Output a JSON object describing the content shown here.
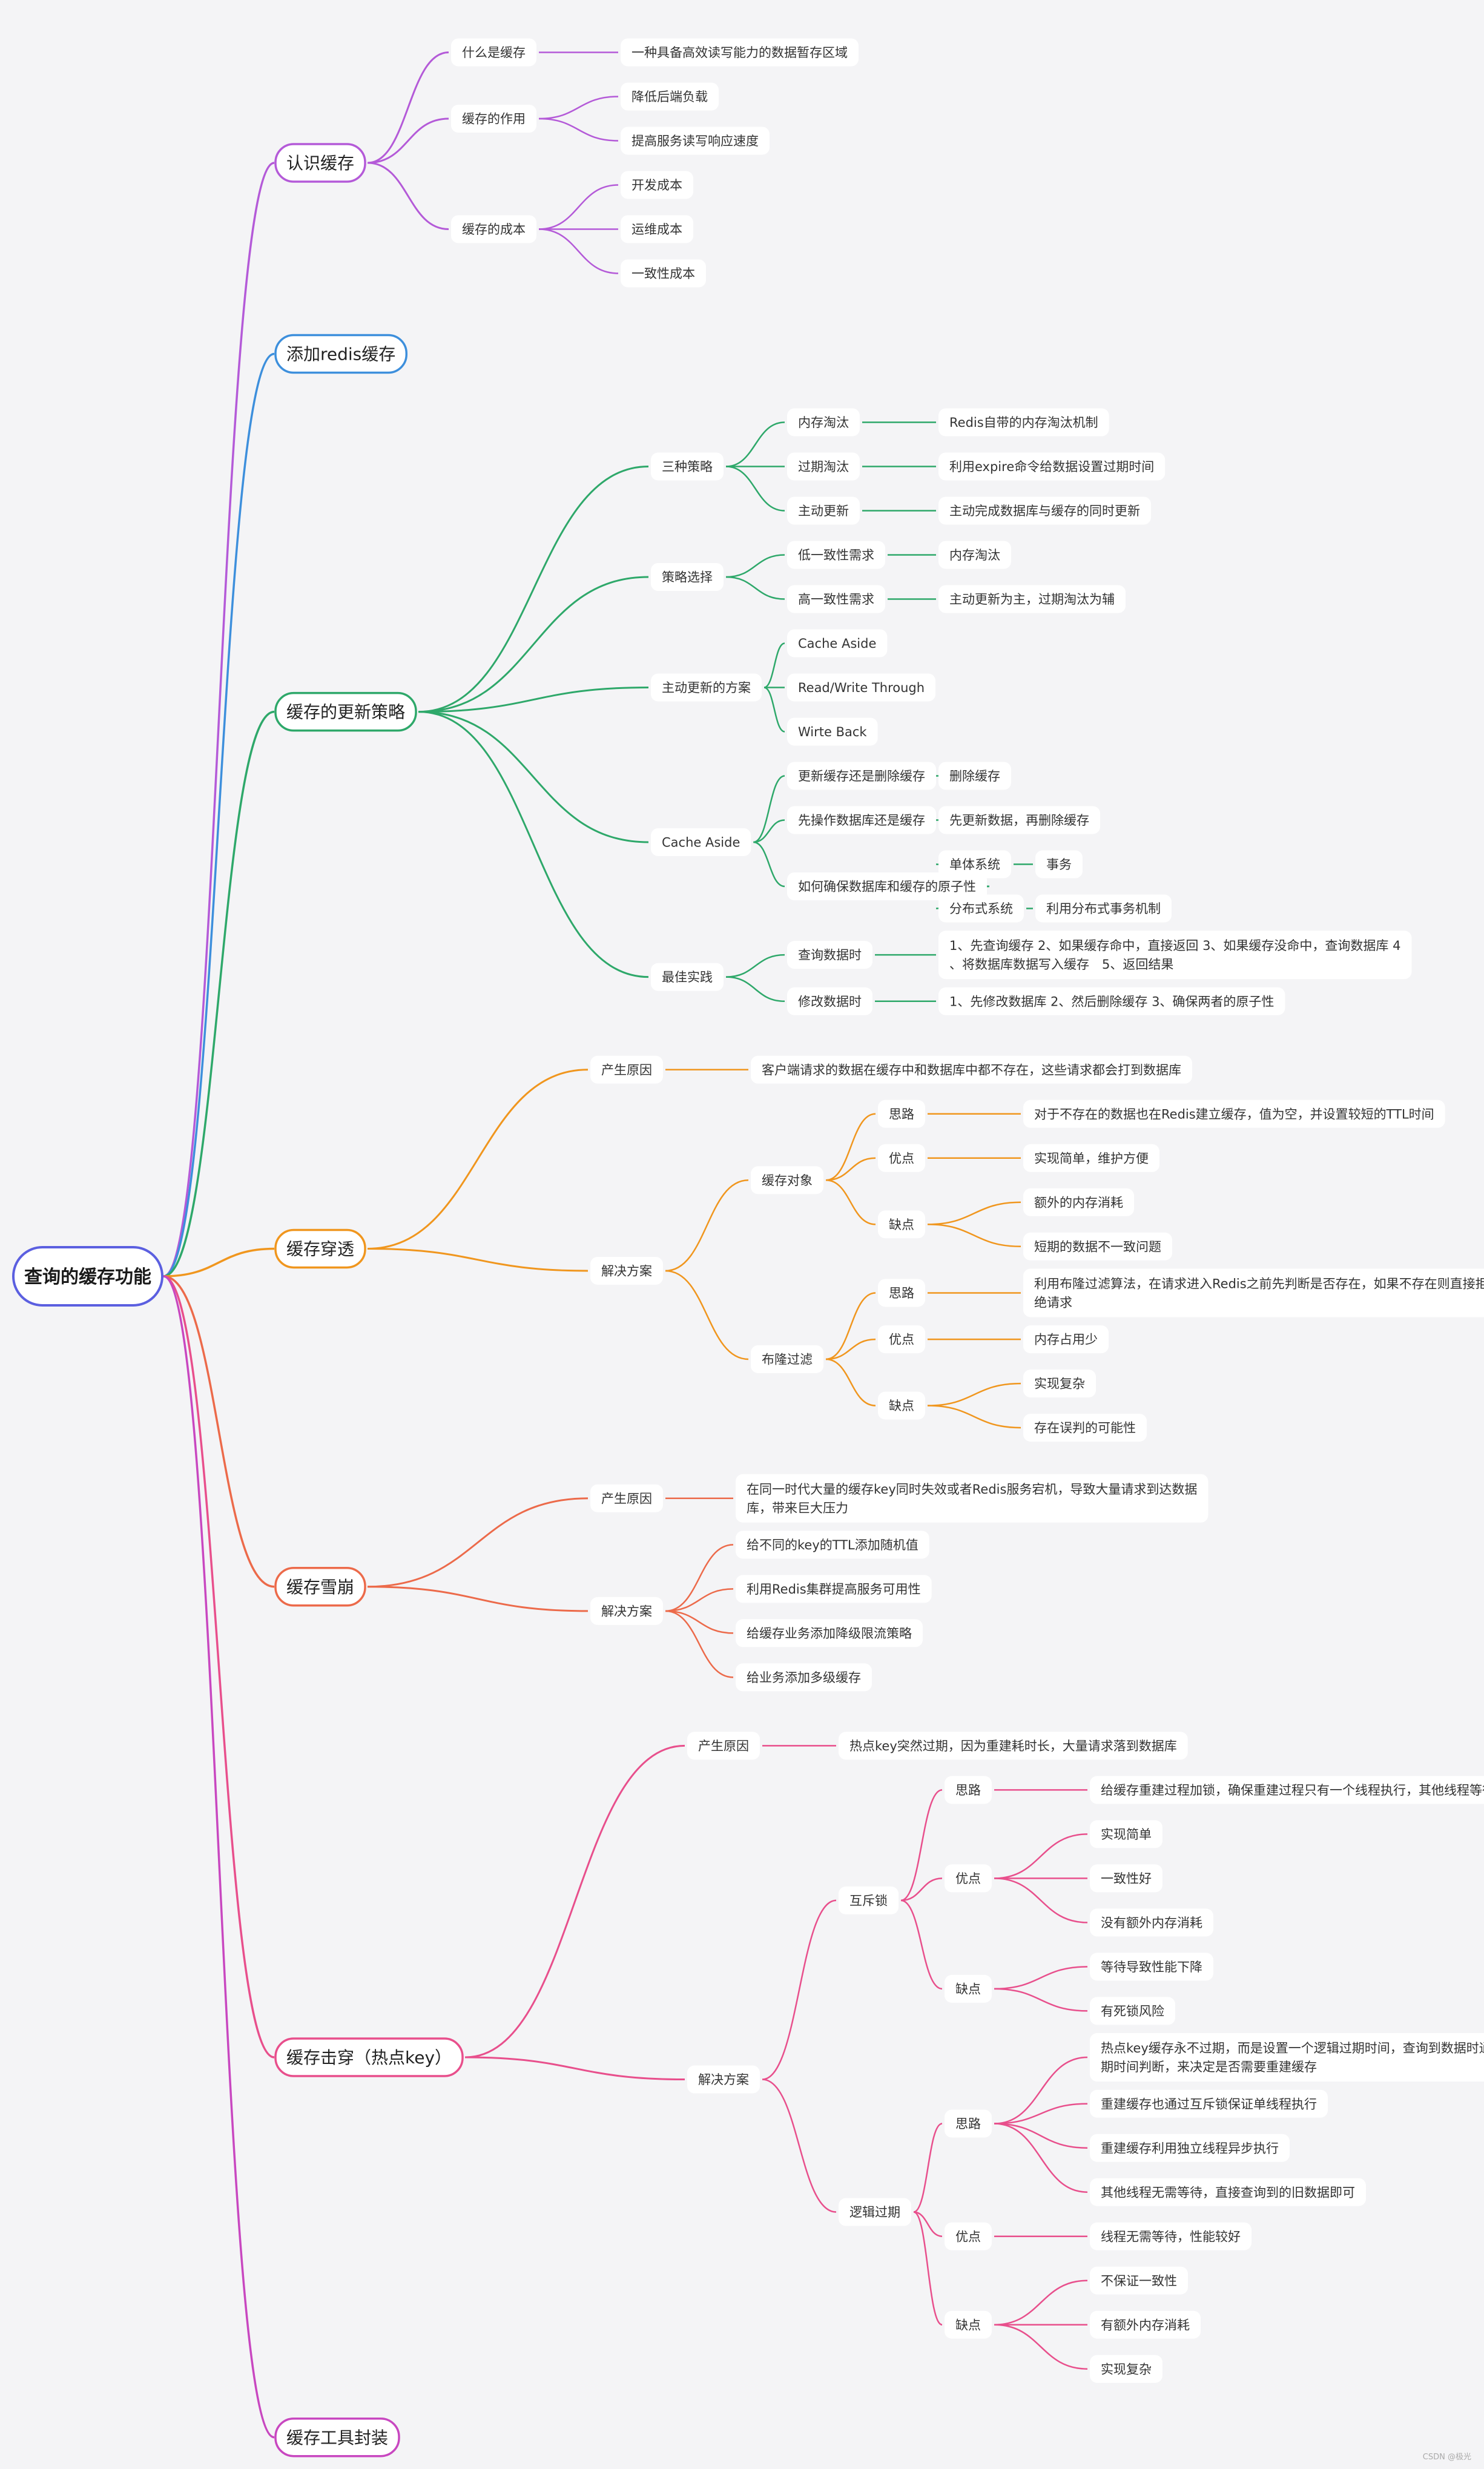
{
  "root": {
    "label": "查询的缓存功能",
    "color": "#5b5fe0"
  },
  "branches": [
    {
      "label": "认识缓存",
      "color": "#b45ad8",
      "children": [
        {
          "label": "什么是缓存",
          "children": [
            {
              "label": "一种具备高效读写能力的数据暂存区域"
            }
          ]
        },
        {
          "label": "缓存的作用",
          "children": [
            {
              "label": "降低后端负载"
            },
            {
              "label": "提高服务读写响应速度"
            }
          ]
        },
        {
          "label": "缓存的成本",
          "children": [
            {
              "label": "开发成本"
            },
            {
              "label": "运维成本"
            },
            {
              "label": "一致性成本"
            }
          ]
        }
      ]
    },
    {
      "label": "添加redis缓存",
      "color": "#3d8fdc",
      "children": []
    },
    {
      "label": "缓存的更新策略",
      "color": "#2ea86a",
      "children": [
        {
          "label": "三种策略",
          "children": [
            {
              "label": "内存淘汰",
              "children": [
                {
                  "label": "Redis自带的内存淘汰机制"
                }
              ]
            },
            {
              "label": "过期淘汰",
              "children": [
                {
                  "label": "利用expire命令给数据设置过期时间"
                }
              ]
            },
            {
              "label": "主动更新",
              "children": [
                {
                  "label": "主动完成数据库与缓存的同时更新"
                }
              ]
            }
          ]
        },
        {
          "label": "策略选择",
          "children": [
            {
              "label": "低一致性需求",
              "children": [
                {
                  "label": "内存淘汰"
                }
              ]
            },
            {
              "label": "高一致性需求",
              "children": [
                {
                  "label": "主动更新为主，过期淘汰为辅"
                }
              ]
            }
          ]
        },
        {
          "label": "主动更新的方案",
          "children": [
            {
              "label": "Cache Aside"
            },
            {
              "label": "Read/Write Through"
            },
            {
              "label": "Wirte Back"
            }
          ]
        },
        {
          "label": "Cache Aside",
          "children": [
            {
              "label": "更新缓存还是删除缓存",
              "children": [
                {
                  "label": "删除缓存"
                }
              ]
            },
            {
              "label": "先操作数据库还是缓存",
              "children": [
                {
                  "label": "先更新数据，再删除缓存"
                }
              ]
            },
            {
              "label": "如何确保数据库和缓存的原子性",
              "children": [
                {
                  "label": "单体系统",
                  "children": [
                    {
                      "label": "事务"
                    }
                  ]
                },
                {
                  "label": "分布式系统",
                  "children": [
                    {
                      "label": "利用分布式事务机制"
                    }
                  ]
                }
              ]
            }
          ]
        },
        {
          "label": "最佳实践",
          "children": [
            {
              "label": "查询数据时",
              "children": [
                {
                  "label": "1、先查询缓存 2、如果缓存命中，直接返回 3、如果缓存没命中，查询数据库 4、将数据库数据写入缓存　5、返回结果"
                }
              ]
            },
            {
              "label": "修改数据时",
              "children": [
                {
                  "label": "1、先修改数据库 2、然后删除缓存 3、确保两者的原子性"
                }
              ]
            }
          ]
        }
      ]
    },
    {
      "label": "缓存穿透",
      "color": "#f0961e",
      "children": [
        {
          "label": "产生原因",
          "children": [
            {
              "label": "客户端请求的数据在缓存中和数据库中都不存在，这些请求都会打到数据库"
            }
          ]
        },
        {
          "label": "解决方案",
          "children": [
            {
              "label": "缓存对象",
              "children": [
                {
                  "label": "思路",
                  "children": [
                    {
                      "label": "对于不存在的数据也在Redis建立缓存，值为空，并设置较短的TTL时间"
                    }
                  ]
                },
                {
                  "label": "优点",
                  "children": [
                    {
                      "label": "实现简单，维护方便"
                    }
                  ]
                },
                {
                  "label": "缺点",
                  "children": [
                    {
                      "label": "额外的内存消耗"
                    },
                    {
                      "label": "短期的数据不一致问题"
                    }
                  ]
                }
              ]
            },
            {
              "label": "布隆过滤",
              "children": [
                {
                  "label": "思路",
                  "children": [
                    {
                      "label": "利用布隆过滤算法，在请求进入Redis之前先判断是否存在，如果不存在则直接拒绝请求"
                    }
                  ]
                },
                {
                  "label": "优点",
                  "children": [
                    {
                      "label": "内存占用少"
                    }
                  ]
                },
                {
                  "label": "缺点",
                  "children": [
                    {
                      "label": "实现复杂"
                    },
                    {
                      "label": "存在误判的可能性"
                    }
                  ]
                }
              ]
            }
          ]
        }
      ]
    },
    {
      "label": "缓存雪崩",
      "color": "#ec6a4a",
      "children": [
        {
          "label": "产生原因",
          "children": [
            {
              "label": "在同一时代大量的缓存key同时失效或者Redis服务宕机，导致大量请求到达数据库，带来巨大压力"
            }
          ]
        },
        {
          "label": "解决方案",
          "children": [
            {
              "label": "给不同的key的TTL添加随机值"
            },
            {
              "label": "利用Redis集群提高服务可用性"
            },
            {
              "label": "给缓存业务添加降级限流策略"
            },
            {
              "label": "给业务添加多级缓存"
            }
          ]
        }
      ]
    },
    {
      "label": "缓存击穿（热点key）",
      "color": "#e84f8c",
      "children": [
        {
          "label": "产生原因",
          "children": [
            {
              "label": "热点key突然过期，因为重建耗时长，大量请求落到数据库"
            }
          ]
        },
        {
          "label": "解决方案",
          "children": [
            {
              "label": "互斥锁",
              "children": [
                {
                  "label": "思路",
                  "children": [
                    {
                      "label": "给缓存重建过程加锁，确保重建过程只有一个线程执行，其他线程等待"
                    }
                  ]
                },
                {
                  "label": "优点",
                  "children": [
                    {
                      "label": "实现简单"
                    },
                    {
                      "label": "一致性好"
                    },
                    {
                      "label": "没有额外内存消耗"
                    }
                  ]
                },
                {
                  "label": "缺点",
                  "children": [
                    {
                      "label": "等待导致性能下降"
                    },
                    {
                      "label": "有死锁风险"
                    }
                  ]
                }
              ]
            },
            {
              "label": "逻辑过期",
              "children": [
                {
                  "label": "思路",
                  "children": [
                    {
                      "label": "热点key缓存永不过期，而是设置一个逻辑过期时间，查询到数据时通过对逻辑过期时间判断，来决定是否需要重建缓存"
                    },
                    {
                      "label": "重建缓存也通过互斥锁保证单线程执行"
                    },
                    {
                      "label": "重建缓存利用独立线程异步执行"
                    },
                    {
                      "label": "其他线程无需等待，直接查询到的旧数据即可"
                    }
                  ]
                },
                {
                  "label": "优点",
                  "children": [
                    {
                      "label": "线程无需等待，性能较好"
                    }
                  ]
                },
                {
                  "label": "缺点",
                  "children": [
                    {
                      "label": "不保证一致性"
                    },
                    {
                      "label": "有额外内存消耗"
                    },
                    {
                      "label": "实现复杂"
                    }
                  ]
                }
              ]
            }
          ]
        }
      ]
    },
    {
      "label": "缓存工具封装",
      "color": "#c847c0",
      "children": []
    }
  ],
  "watermark": "CSDN @极光"
}
